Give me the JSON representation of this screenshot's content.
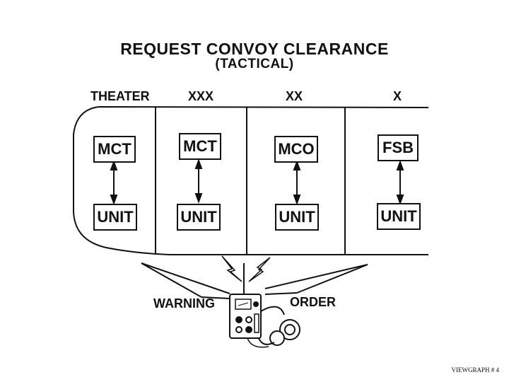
{
  "title": {
    "line1": "REQUEST CONVOY CLEARANCE",
    "line2": "(TACTICAL)"
  },
  "columns": [
    {
      "header": "THEATER",
      "top_box": "MCT",
      "bottom_box": "UNIT"
    },
    {
      "header": "XXX",
      "top_box": "MCT",
      "bottom_box": "UNIT"
    },
    {
      "header": "XX",
      "top_box": "MCO",
      "bottom_box": "UNIT"
    },
    {
      "header": "X",
      "top_box": "FSB",
      "bottom_box": "UNIT"
    }
  ],
  "radio": {
    "left_label": "WARNING",
    "right_label": "ORDER",
    "icon": "field-radio-icon"
  },
  "footer": "VIEWGRAPH # 4"
}
